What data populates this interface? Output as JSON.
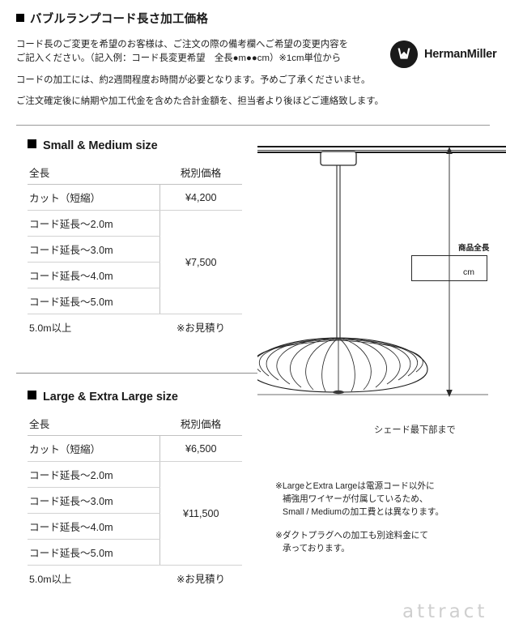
{
  "page": {
    "title": "バブルランプコード長さ加工価格"
  },
  "intro": {
    "paragraph1": [
      "コード長のご変更を希望のお客様は、ご注文の際の備考欄へご希望の変更内容を",
      "ご記入ください。（記入例：コード長変更希望　全長●m●●cm）※1cm単位から"
    ],
    "paragraph2": [
      "コードの加工には、約2週間程度お時間が必要となります。予めご了承くださいませ。"
    ],
    "paragraph3": [
      "ご注文確定後に納期や加工代金を含めた合計金額を、担当者より後ほどご連絡致します。"
    ]
  },
  "brand": {
    "name": "HermanMiller",
    "mark": "herman-miller-m-icon"
  },
  "sections": [
    {
      "id": "small-medium",
      "title": "Small & Medium size",
      "table": {
        "headers": [
          "全長",
          "税別価格"
        ],
        "cut_row": {
          "length": "カット（短縮）",
          "price": "¥4,200"
        },
        "extension_rows": [
          "コード延長〜2.0m",
          "コード延長〜3.0m",
          "コード延長〜4.0m",
          "コード延長〜5.0m"
        ],
        "extension_price": "¥7,500",
        "footer": {
          "length": "5.0m以上",
          "price": "※お見積り"
        }
      }
    },
    {
      "id": "large-extra-large",
      "title": "Large & Extra Large size",
      "table": {
        "headers": [
          "全長",
          "税別価格"
        ],
        "cut_row": {
          "length": "カット（短縮）",
          "price": "¥6,500"
        },
        "extension_rows": [
          "コード延長〜2.0m",
          "コード延長〜3.0m",
          "コード延長〜4.0m",
          "コード延長〜5.0m"
        ],
        "extension_price": "¥11,500",
        "footer": {
          "length": "5.0m以上",
          "price": "※お見積り"
        }
      }
    }
  ],
  "diagram": {
    "dimension_label": "商品全長",
    "unit": "cm",
    "caption": "シェード最下部まで"
  },
  "notes": [
    {
      "lines": [
        "※LargeとExtra Largeは電源コード以外に",
        "補強用ワイヤーが付属しているため、",
        "Small / Mediumの加工費とは異なります。"
      ]
    },
    {
      "lines": [
        "※ダクトプラグへの加工も別途料金にて",
        "承っております。"
      ]
    }
  ],
  "footer": {
    "logo": "attract"
  }
}
